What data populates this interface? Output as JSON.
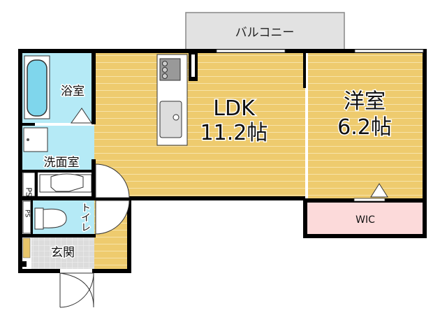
{
  "rooms": {
    "balcony": "バルコニー",
    "bath": "浴室",
    "ldk_name": "LDK",
    "ldk_size": "11.2帖",
    "western_name": "洋室",
    "western_size": "6.2帖",
    "washroom": "洗面室",
    "ps1": "PS",
    "ps2": "PS",
    "toilet": "トイレ",
    "entrance": "玄関",
    "wic": "WIC"
  },
  "colors": {
    "floor_wood": "#eecb6e",
    "wet_area": "#b5eaf6",
    "wic": "#fcdada",
    "balcony": "#e2e2e2",
    "entrance_tile": "#dcdcdc",
    "wall": "#000000"
  }
}
